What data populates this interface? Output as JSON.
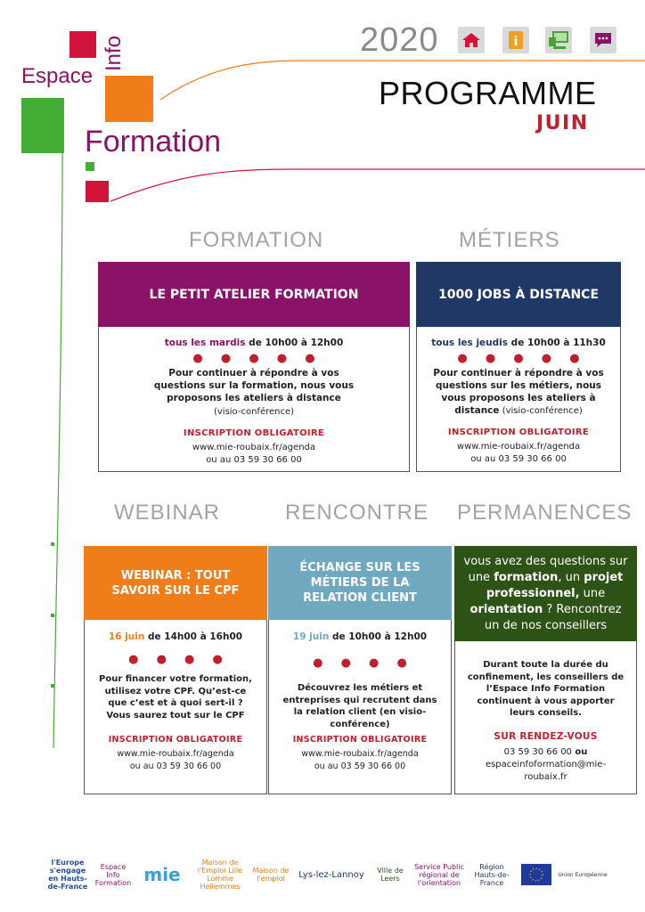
{
  "logo": {
    "word_espace": "Espace",
    "word_info": "Info",
    "word_formation": "Formation"
  },
  "header": {
    "year": "2020",
    "title": "PROGRAMME",
    "month": "JUIN",
    "icons": [
      "home-icon",
      "info-icon",
      "computer-icon",
      "chat-icon"
    ]
  },
  "sections": {
    "formation": "FORMATION",
    "metiers": "MÉTIERS",
    "webinar": "WEBINAR",
    "rencontre": "RENCONTRE",
    "permanences": "PERMANENCES"
  },
  "colors": {
    "purple": "#8a1267",
    "navy": "#1f3866",
    "orange": "#ee7d1a",
    "teal": "#6fa8bf",
    "green": "#2e5317",
    "red": "#c0202e",
    "logo_green": "#44ad35"
  },
  "cards": {
    "atelier": {
      "title": "LE PETIT ATELIER FORMATION",
      "when_colored": "tous les mardis",
      "when_rest": " de 10h00 à 12h00",
      "dots": "● ● ● ● ●",
      "desc_bold": "Pour continuer à répondre à vos questions sur la formation, nous vous proposons les ateliers à distance",
      "desc_plain": " (visio-conférence)",
      "inscription": "INSCRIPTION OBLIGATOIRE",
      "link": "www.mie-roubaix.fr/agenda",
      "phone": "ou au 03 59 30 66 00"
    },
    "jobs": {
      "title": "1000 JOBS À DISTANCE",
      "when_colored": "tous les jeudis",
      "when_rest": " de 10h00 à 11h30",
      "dots": "● ● ● ● ●",
      "desc_bold": "Pour continuer à répondre à vos questions sur les métiers, nous vous proposons les ateliers à distance",
      "desc_plain": " (visio-conférence)",
      "inscription": "INSCRIPTION OBLIGATOIRE",
      "link": "www.mie-roubaix.fr/agenda",
      "phone": "ou au 03 59 30 66 00"
    },
    "webinar": {
      "title": "WEBINAR : TOUT SAVOIR SUR LE CPF",
      "when_colored": "16 juin",
      "when_rest": " de 14h00 à 16h00",
      "dots": "● ● ● ●",
      "desc_bold": "Pour financer votre formation, utilisez votre CPF. Qu’est-ce que c’est et à quoi sert-il ? Vous saurez tout sur le CPF",
      "inscription": "INSCRIPTION OBLIGATOIRE",
      "link": "www.mie-roubaix.fr/agenda",
      "phone": "ou au 03 59 30 66 00"
    },
    "echange": {
      "title": "ÉCHANGE SUR LES MÉTIERS DE LA RELATION CLIENT",
      "when_colored": "19 juin",
      "when_rest": " de 10h00 à 12h00",
      "dots": "● ● ● ●",
      "desc_bold": "Découvrez les métiers et entreprises qui recrutent dans la relation client (en visio-conférence)",
      "inscription": "INSCRIPTION OBLIGATOIRE",
      "link": "www.mie-roubaix.fr/agenda",
      "phone": "ou au 03 59 30 66 00"
    },
    "permanences": {
      "head_1": "vous avez des questions sur une ",
      "head_b1": "formation",
      "head_2": ", un ",
      "head_b2": "projet professionnel,",
      "head_3": " une ",
      "head_b3": "orientation",
      "head_4": " ? Rencontrez un de nos conseillers",
      "desc_bold": "Durant toute la durée du confinement, les conseillers de l’Espace Info Formation continuent à vous apporter leurs conseils.",
      "rdv": "SUR RENDEZ-VOUS",
      "phone": "03 59 30 66 00",
      "phone_ou": " ou",
      "email": "espaceinfoformation@mie-roubaix.fr"
    }
  },
  "footer": {
    "logos": [
      "l'Europe s'engage en Hauts-de-France",
      "Espace Info Formation",
      "mie",
      "Maison de l'Emploi Lille Lomme Hellemmes",
      "Maison de l'emploi",
      "Lys-lez-Lannoy",
      "Ville de Leers",
      "Service Public régional de l'orientation",
      "Région Hauts-de-France",
      "Union Européenne"
    ]
  }
}
